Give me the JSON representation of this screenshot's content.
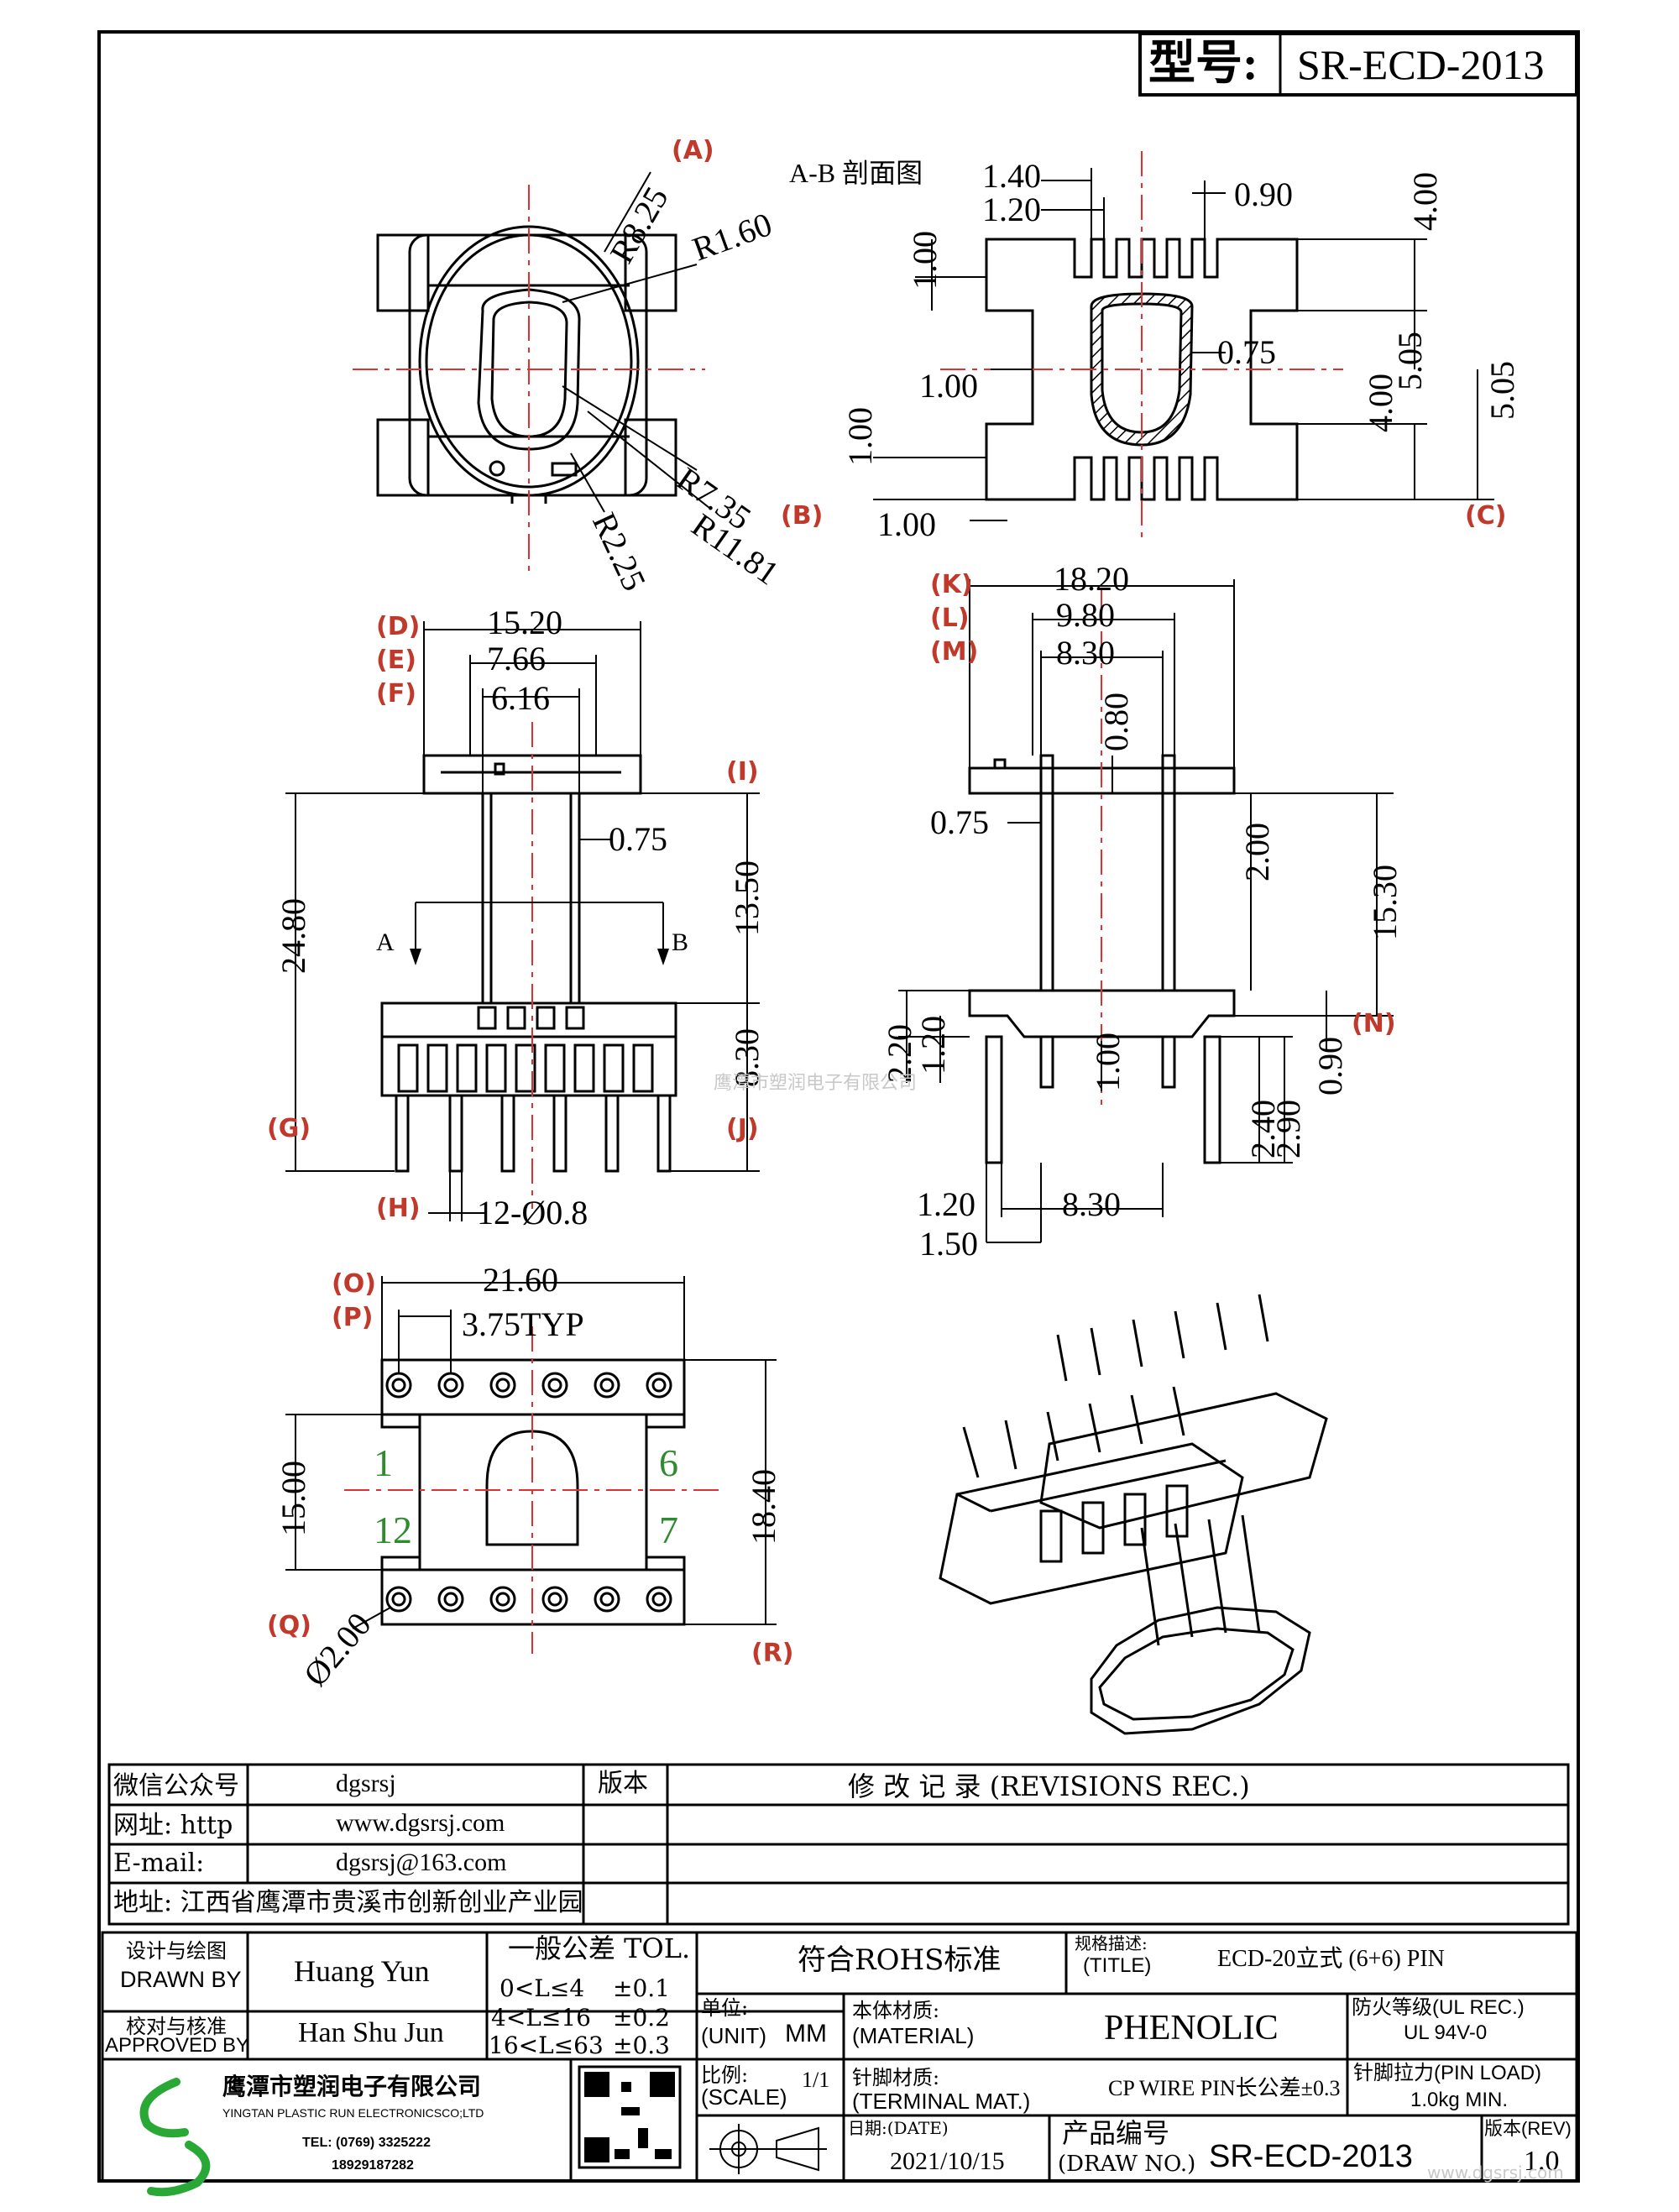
{
  "header": {
    "model_label": "型号:",
    "model_value": "SR-ECD-2013"
  },
  "views": {
    "top": {
      "radius_labels": [
        "R8.25",
        "R1.60",
        "R7.35",
        "R11.81",
        "R2.25"
      ],
      "refs": [
        "(A)",
        "(B)"
      ]
    },
    "section": {
      "title": "A-B 剖面图",
      "dims": [
        "1.40",
        "1.20",
        "0.90",
        "4.00",
        "1.00",
        "0.75",
        "1.00",
        "5.05",
        "5.05",
        "4.00",
        "1.00",
        "1.00"
      ],
      "refs": [
        "(C)"
      ]
    },
    "front": {
      "dims": [
        "15.20",
        "7.66",
        "6.16",
        "0.75",
        "24.80",
        "13.50",
        "8.30",
        "12-Ø0.8"
      ],
      "section_marks": [
        "A",
        "B"
      ],
      "refs": [
        "(D)",
        "(E)",
        "(F)",
        "(I)",
        "(G)",
        "(J)",
        "(H)"
      ]
    },
    "side": {
      "dims": [
        "18.20",
        "9.80",
        "8.30",
        "0.80",
        "0.75",
        "2.00",
        "15.30",
        "2.20",
        "1.20",
        "1.00",
        "2.40",
        "2.90",
        "0.90",
        "1.20",
        "8.30",
        "1.50"
      ],
      "refs": [
        "(K)",
        "(L)",
        "(M)",
        "(N)"
      ]
    },
    "bottom": {
      "dims": [
        "21.60",
        "3.75TYP",
        "15.00",
        "18.40",
        "Ø2.00"
      ],
      "pin_numbers": [
        "1",
        "6",
        "12",
        "7"
      ],
      "refs": [
        "(O)",
        "(P)",
        "(Q)",
        "(R)"
      ]
    }
  },
  "watermark": "鹰潭市塑润电子有限公司",
  "info_table": {
    "rows": [
      {
        "label": "微信公众号",
        "value": "dgsrsj"
      },
      {
        "label": "网址: http",
        "value": "www.dgsrsj.com"
      },
      {
        "label": "E-mail:",
        "value": "dgsrsj@163.com"
      },
      {
        "label": "地址: 江西省鹰潭市贵溪市创新创业产业园",
        "value": ""
      }
    ],
    "version_header": "版本",
    "revisions_header": "修 改 记 录  (REVISIONS REC.)"
  },
  "title_block": {
    "drawn_by_label_cn": "设计与绘图",
    "drawn_by_label_en": "DRAWN BY",
    "drawn_by": "Huang Yun",
    "approved_label_cn": "校对与核准",
    "approved_label_en": "APPROVED BY",
    "approved_by": "Han Shu Jun",
    "tolerance_title": "一般公差 TOL.",
    "tolerances": [
      {
        "range": "0<L≤4",
        "tol": "±0.1"
      },
      {
        "range": "4<L≤16",
        "tol": "±0.2"
      },
      {
        "range": "16<L≤63",
        "tol": "±0.3"
      }
    ],
    "rohs": "符合ROHS标准",
    "title_label_cn": "规格描述:",
    "title_label_en": "(TITLE)",
    "title_value": "ECD-20立式 (6+6) PIN",
    "unit_label_cn": "单位:",
    "unit_label_en": "(UNIT)",
    "unit_value": "MM",
    "material_label_cn": "本体材质:",
    "material_label_en": "(MATERIAL)",
    "material_value": "PHENOLIC",
    "fire_label": "防火等级(UL REC.)",
    "fire_value": "UL 94V-0",
    "scale_label_cn": "比例:",
    "scale_label_en": "(SCALE)",
    "scale_value": "1/1",
    "terminal_label_cn": "针脚材质:",
    "terminal_label_en": "(TERMINAL MAT.)",
    "terminal_value": "CP WIRE  PIN长公差±0.3",
    "pin_load_label": "针脚拉力(PIN LOAD)",
    "pin_load_value": "1.0kg MIN.",
    "date_label": "日期:(DATE)",
    "date_value": "2021/10/15",
    "drawno_label_cn": "产品编号",
    "drawno_label_en": "(DRAW NO.)",
    "drawno_value": "SR-ECD-2013",
    "rev_label": "版本(REV)",
    "rev_value": "1.0",
    "company_cn": "鹰潭市塑润电子有限公司",
    "company_en": "YINGTAN PLASTIC RUN ELECTRONICSCO;LTD",
    "tel": "TEL: (0769) 3325222",
    "mobile": "18929187282",
    "site_watermark": "www.dgsrsj.com"
  }
}
